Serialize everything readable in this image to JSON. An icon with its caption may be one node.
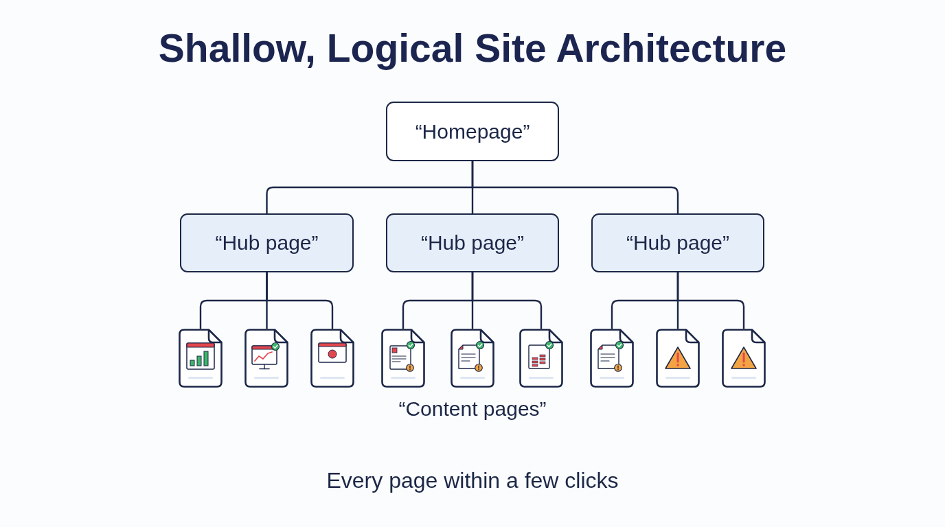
{
  "diagram": {
    "title": "Shallow, Logical Site Architecture",
    "caption": "Every page within a few clicks",
    "nodes": [
      {
        "text": [
          "“Homepage”"
        ]
      },
      {
        "text": [
          "“Hub page”"
        ]
      },
      {
        "text": [
          "“Hub page”"
        ]
      },
      {
        "text": [
          "“Hub page”"
        ]
      },
      {
        "text": [],
        "shape": "document"
      },
      {
        "text": [],
        "shape": "document"
      },
      {
        "text": [],
        "shape": "document"
      },
      {
        "text": [],
        "shape": "document"
      },
      {
        "text": [],
        "shape": "document"
      },
      {
        "text": [],
        "shape": "document"
      },
      {
        "text": [],
        "shape": "document"
      },
      {
        "text": [],
        "shape": "document"
      },
      {
        "text": [],
        "shape": "document"
      }
    ],
    "edges": [
      {
        "from": 0,
        "to": 1,
        "arrow": "none"
      },
      {
        "from": 0,
        "to": 2,
        "arrow": "none"
      },
      {
        "from": 0,
        "to": 3,
        "arrow": "none"
      },
      {
        "from": 1,
        "to": 4,
        "arrow": "none"
      },
      {
        "from": 1,
        "to": 5,
        "arrow": "none"
      },
      {
        "from": 1,
        "to": 6,
        "arrow": "none"
      },
      {
        "from": 2,
        "to": 7,
        "arrow": "none"
      },
      {
        "from": 2,
        "to": 8,
        "arrow": "none"
      },
      {
        "from": 2,
        "to": 9,
        "arrow": "none"
      },
      {
        "from": 3,
        "to": 10,
        "arrow": "none"
      },
      {
        "from": 3,
        "to": 11,
        "arrow": "none"
      },
      {
        "from": 3,
        "to": 12,
        "arrow": "none"
      }
    ],
    "labels": [
      "“Content pages”"
    ]
  }
}
